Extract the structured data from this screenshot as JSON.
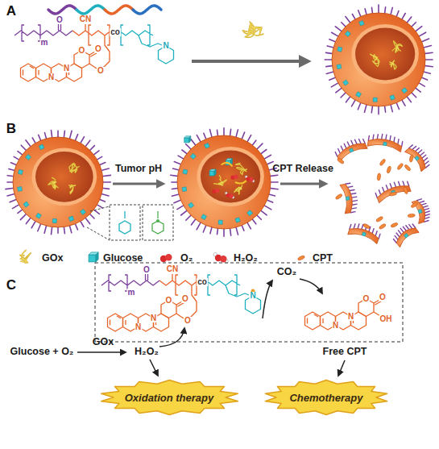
{
  "diagram": {
    "nodes": [
      {
        "text": [
          "Oxidation therapy"
        ]
      },
      {
        "text": [
          "Chemotherapy"
        ]
      }
    ],
    "labels": [
      "A",
      "m",
      "O",
      "CN",
      "co",
      "N",
      "N",
      "N",
      "O",
      "O",
      "O",
      "B",
      "Tumor pH",
      "CPT Release",
      "C",
      "CO₂",
      "m",
      "O",
      "CN",
      "co",
      "N",
      "N",
      "N",
      "O",
      "O",
      "O",
      "N",
      "N",
      "O",
      "O",
      "OH",
      "Glucose + O₂",
      "GOx",
      "H₂O₂",
      "Free CPT"
    ],
    "legend": [
      {
        "text": "GOx"
      },
      {
        "text": "Glucose"
      },
      {
        "text": "O₂"
      },
      {
        "text": "H₂O₂"
      },
      {
        "text": "CPT"
      }
    ]
  }
}
